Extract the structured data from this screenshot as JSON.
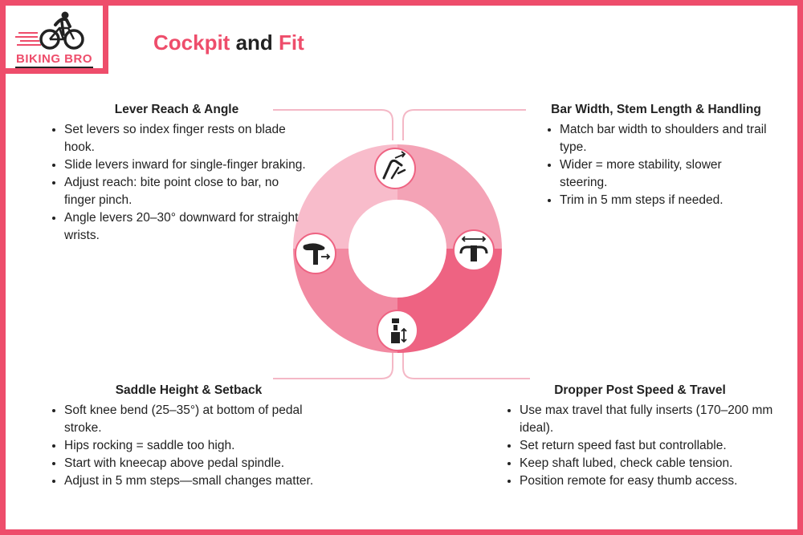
{
  "brand": {
    "logo_text": "BIKING BRO",
    "accent_color": "#ee4d6b"
  },
  "title": {
    "part1": "Cockpit",
    "connector": " and ",
    "part2": "Fit"
  },
  "sections": {
    "lever": {
      "heading": "Lever Reach & Angle",
      "icon": "brake-lever-icon",
      "bullets": [
        "Set levers so index finger rests on blade hook.",
        "Slide levers inward for single-finger braking.",
        "Adjust reach: bite point close to bar, no finger pinch.",
        "Angle levers 20–30° downward for straight wrists."
      ]
    },
    "bar": {
      "heading": "Bar Width, Stem Length & Handling",
      "icon": "handlebar-width-icon",
      "bullets": [
        "Match bar width to shoulders and trail type.",
        "Wider = more stability, slower steering.",
        "Trim in 5 mm steps if needed."
      ]
    },
    "saddle": {
      "heading": "Saddle Height & Setback",
      "icon": "saddle-setback-icon",
      "bullets": [
        "Soft knee bend (25–35°) at bottom of pedal stroke.",
        "Hips rocking = saddle too high.",
        "Start with kneecap above pedal spindle.",
        "Adjust in 5 mm steps—small changes matter."
      ]
    },
    "dropper": {
      "heading": "Dropper Post Speed & Travel",
      "icon": "dropper-post-icon",
      "bullets": [
        "Use max travel that fully inserts (170–200 mm ideal).",
        "Set return speed fast but controllable.",
        "Keep shaft lubed, check cable tension.",
        "Position remote for easy thumb access."
      ]
    }
  },
  "colors": {
    "ring_light": "#f8bccb",
    "ring_mid": "#f4a3b6",
    "ring_dark": "#ee6382",
    "ring_deep": "#e8486a",
    "connector": "#f4b8c6"
  }
}
